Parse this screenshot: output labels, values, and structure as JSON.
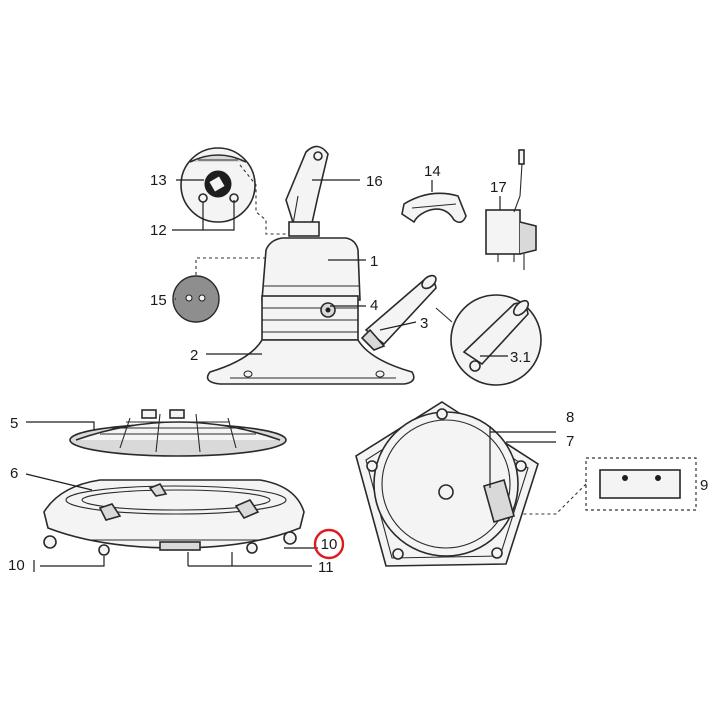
{
  "callouts": {
    "c1": "1",
    "c2": "2",
    "c3": "3",
    "c3_1": "3.1",
    "c4": "4",
    "c5": "5",
    "c6": "6",
    "c7": "7",
    "c8": "8",
    "c9": "9",
    "c10_left": "10",
    "c10_circled": "10",
    "c11": "11",
    "c12": "12",
    "c13": "13",
    "c14": "14",
    "c15": "15",
    "c16": "16",
    "c17": "17"
  },
  "colors": {
    "highlight_circle": "#e0191f",
    "line": "#2a2a2a",
    "grey_disc": "#8e8e8e"
  },
  "highlighted_part": "10"
}
